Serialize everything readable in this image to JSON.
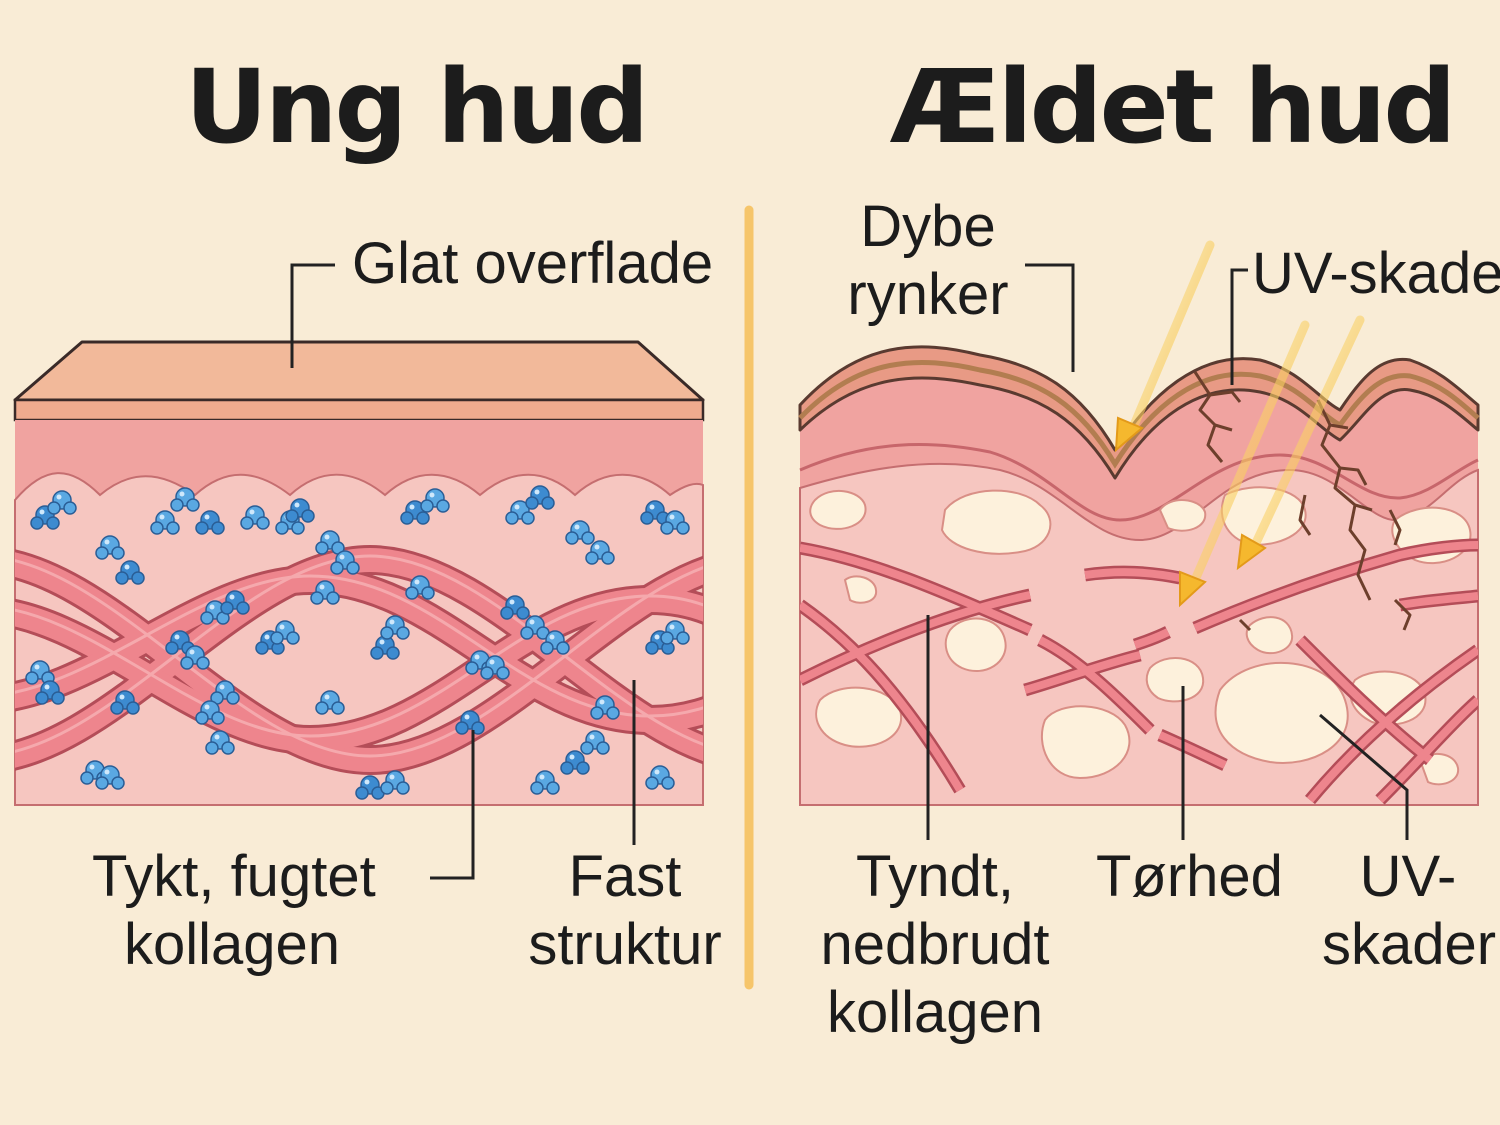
{
  "young": {
    "title": "Ung hud",
    "labels": {
      "surface": "Glat overflade",
      "collagen_line1": "Tykt, fugtet",
      "collagen_line2": "kollagen",
      "structure_line1": "Fast",
      "structure_line2": "struktur"
    }
  },
  "aged": {
    "title": "Ældet hud",
    "labels": {
      "wrinkles_line1": "Dybe",
      "wrinkles_line2": "rynker",
      "uv_top": "UV-skader",
      "collagen_line1": "Tyndt,",
      "collagen_line2": "nedbrudt",
      "collagen_line3": "kollagen",
      "dryness": "Tørhed",
      "uv_bottom_line1": "UV-",
      "uv_bottom_line2": "skader"
    }
  },
  "colors": {
    "background": "#f9ecd6",
    "epidermis_top": "#f2b99a",
    "dermis": "#f0a3a0",
    "tissue": "#f6c6c0",
    "collagen": "#e8737d",
    "water_molecule": "#4a9ad8",
    "dry_spot": "#fdf1dc",
    "uv_arrow": "#f5b82e",
    "divider": "#f6c56a"
  }
}
